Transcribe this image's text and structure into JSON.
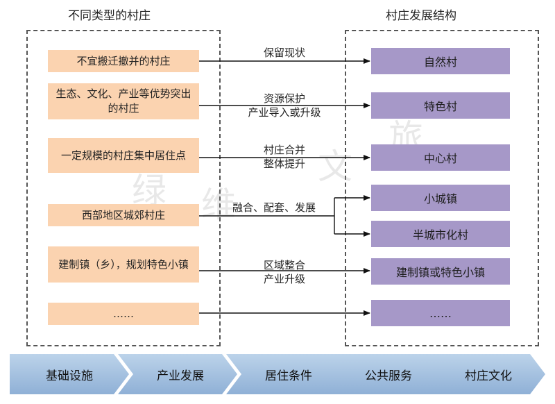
{
  "left_title": "不同类型的村庄",
  "right_title": "村庄发展结构",
  "sources": [
    {
      "text": "不宜搬迁撤并的村庄"
    },
    {
      "text": "生态、文化、产业等优势突出的村庄"
    },
    {
      "text": "一定规模的村庄集中居住点"
    },
    {
      "text": "西部地区城郊村庄"
    },
    {
      "text": "建制镇（乡），规划特色小镇"
    },
    {
      "text": "……"
    }
  ],
  "connectors": [
    {
      "lines": [
        "保留现状"
      ]
    },
    {
      "lines": [
        "资源保护",
        "产业导入或升级"
      ]
    },
    {
      "lines": [
        "村庄合并",
        "整体提升"
      ]
    },
    {
      "lines": [
        "融合、配套、发展"
      ]
    },
    {
      "lines": [
        "区域整合",
        "产业升级"
      ]
    }
  ],
  "targets": [
    {
      "text": "自然村"
    },
    {
      "text": "特色村"
    },
    {
      "text": "中心村"
    },
    {
      "text": "小城镇"
    },
    {
      "text": "半城市化村"
    },
    {
      "text": "建制镇或特色小镇"
    },
    {
      "text": "……"
    }
  ],
  "watermark": [
    "绿",
    "维",
    "文",
    "旅"
  ],
  "bottom_steps": [
    "基础设施",
    "产业发展",
    "居住条件",
    "公共服务",
    "村庄文化"
  ],
  "colors": {
    "source_fill": "#fbd3b0",
    "target_fill": "#a698c8",
    "chevron": "#9fbcdd"
  }
}
